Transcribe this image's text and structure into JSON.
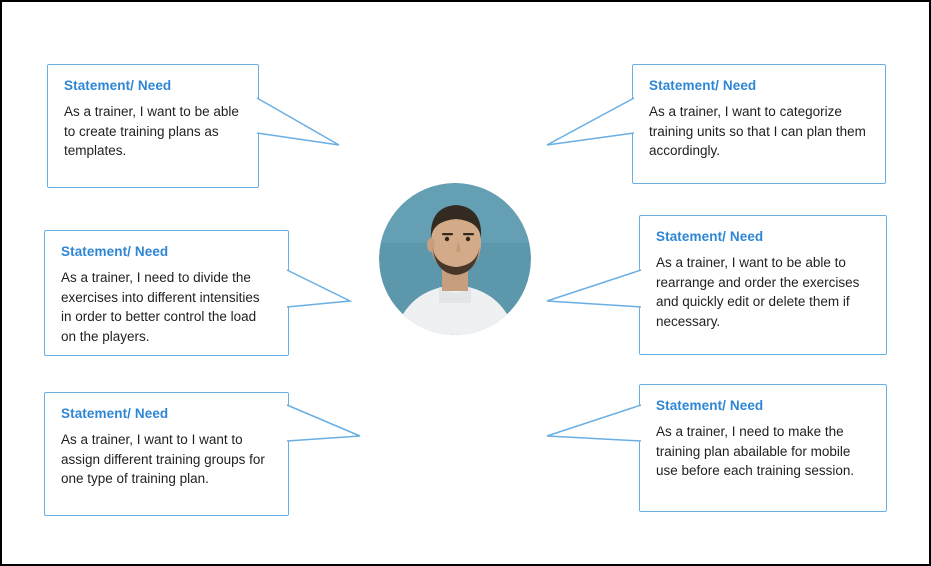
{
  "colors": {
    "bubble_border": "#6aafe4",
    "title_blue": "#2e86d5",
    "body_text": "#1f1f1f",
    "canvas_border": "#000000",
    "avatar_background": "#5d97ab"
  },
  "avatar": {
    "description": "circular photo of male trainer with beard, white shirt, teal background"
  },
  "bubbles": [
    {
      "position": "top-left",
      "title": "Statement/ Need",
      "text": "As a trainer, I want to be able to create training plans as templates."
    },
    {
      "position": "middle-left",
      "title": "Statement/ Need",
      "text": "As a trainer, I need to divide the exercises into different intensities in order to better control the load on the players."
    },
    {
      "position": "bottom-left",
      "title": "Statement/ Need",
      "text": "As a trainer, I want to I want to assign different training groups for one type of training plan."
    },
    {
      "position": "top-right",
      "title": "Statement/ Need",
      "text": "As a trainer, I want to categorize training units so that I can plan them accordingly."
    },
    {
      "position": "middle-right",
      "title": "Statement/ Need",
      "text": "As a trainer, I want to be able to rearrange and order the exercises and quickly edit or delete them if necessary."
    },
    {
      "position": "bottom-right",
      "title": "Statement/ Need",
      "text": "As a trainer, I need to make the training plan abailable for mobile use before each training session."
    }
  ]
}
